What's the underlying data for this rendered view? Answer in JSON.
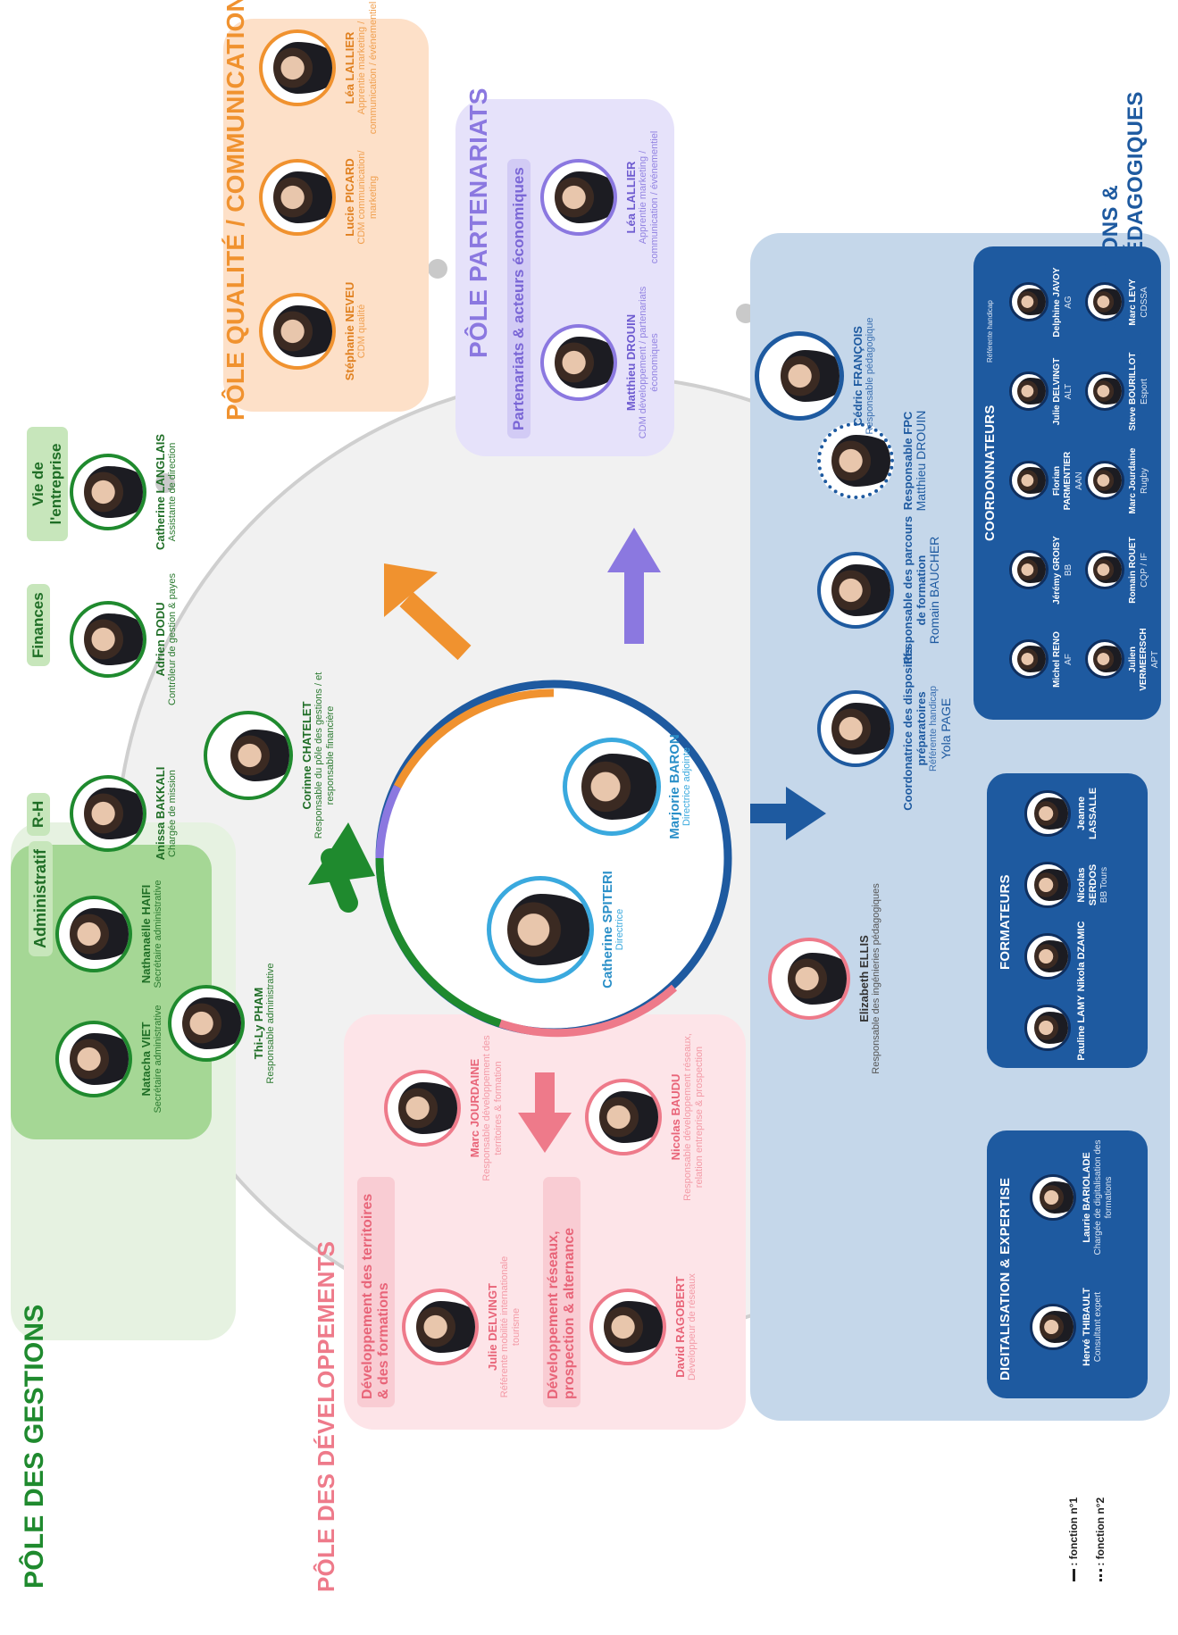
{
  "poles": {
    "gestions": {
      "title": "PÔLE DES GESTIONS",
      "administratif_tag": "Administratif",
      "tags": {
        "rh": "R-H",
        "finances": "Finances",
        "vie": "Vie de l'entreprise"
      },
      "members": {
        "natacha": {
          "name": "Natacha VIET",
          "role": "Secrétaire administrative"
        },
        "nathanaelle": {
          "name": "Nathanaëlle HAIFI",
          "role": "Secrétaire administrative"
        },
        "thily": {
          "name": "Thi-Ly PHAM",
          "role": "Responsable administrative"
        },
        "anissa": {
          "name": "Anissa BAKKALI",
          "role": "Chargée de mission"
        },
        "adrien": {
          "name": "Adrien DODU",
          "role": "Contrôleur de gestion & payes"
        },
        "catherine_l": {
          "name": "Catherine LANGLAIS",
          "role": "Assistante de direction"
        },
        "corinne": {
          "name": "Corinne CHATELET",
          "role": "Responsable du pôle des gestions / et responsable financière"
        }
      }
    },
    "qualite": {
      "title": "PÔLE QUALITÉ / COMMUNICATION",
      "members": {
        "stephanie": {
          "name": "Stéphanie NEVEU",
          "role": "CDM qualité"
        },
        "lucie": {
          "name": "Lucie PICARD",
          "role": "CDM communication/ marketing"
        },
        "lea": {
          "name": "Léa LALLIER",
          "role": "Apprentie marketing / communication / événementiel"
        }
      }
    },
    "partenariats": {
      "title": "PÔLE PARTENARIATS",
      "tag": "Partenariats & acteurs économiques",
      "members": {
        "matthieu": {
          "name": "Matthieu DROUIN",
          "role": "CDM développement / partenariats économiques"
        },
        "lea": {
          "name": "Léa LALLIER",
          "role": "Apprentie marketing / communication / événementiel"
        }
      }
    },
    "developpements": {
      "title": "PÔLE DES DÉVELOPPEMENTS",
      "tag1": "Développement des territoires & des formations",
      "tag2": "Développement réseaux, prospection & alternance",
      "members": {
        "julie": {
          "name": "Julie DELVINGT",
          "role": "Référente mobilité internationale tourisme"
        },
        "marc": {
          "name": "Marc JOURDAINE",
          "role": "Responsable développement des territoires & formation"
        },
        "david": {
          "name": "David RAGOBERT",
          "role": "Développeur de réseaux"
        },
        "nicolas": {
          "name": "Nicolas BAUDU",
          "role": "Responsable développement réseaux, relation entreprise & prospection"
        }
      }
    },
    "formations": {
      "title_line1": "PÔLE FORMATIONS &",
      "title_line2": "INGÉNIERIES PÉDAGOGIQUES",
      "cedric": {
        "name": "Cédric FRANÇOIS",
        "role": "Responsable pédagogique"
      },
      "elizabeth": {
        "name": "Elizabeth ELLIS",
        "role": "Responsable des ingénieries pédagogiques"
      },
      "yola": {
        "title": "Coordonatrice des dispositifs préparatoires",
        "sub": "Référente handicap",
        "name": "Yola PAGE"
      },
      "romain": {
        "title": "Responsable des parcours de formation",
        "name": "Romain BAUCHER"
      },
      "fpc": {
        "title": "Responsable FPC",
        "name": "Matthieu DROUIN"
      },
      "digital": {
        "title": "DIGITALISATION & EXPERTISE",
        "members": [
          {
            "name": "Hervé THIBAULT",
            "role": "Consultant expert"
          },
          {
            "name": "Laurie BARIOLADE",
            "role": "Chargée de digitalisation des formations"
          }
        ]
      },
      "formateurs": {
        "title": "FORMATEURS",
        "members": [
          {
            "name": "Pauline LAMY",
            "role": ""
          },
          {
            "name": "Nikola DZAMIC",
            "role": ""
          },
          {
            "name": "Nicolas SERDOS",
            "role": "BB Tours"
          },
          {
            "name": "Jeanne LASSALLE",
            "role": ""
          }
        ]
      },
      "coordonnateurs": {
        "title": "COORDONNATEURS",
        "note": "Référente handicap",
        "members": [
          {
            "name": "Michel RENO",
            "role": "AF"
          },
          {
            "name": "Jérémy GROISY",
            "role": "BB"
          },
          {
            "name": "Florian PARMENTIER",
            "role": "AAN"
          },
          {
            "name": "Julie DELVINGT",
            "role": "ALT"
          },
          {
            "name": "Delphine JAVOY",
            "role": "AG"
          },
          {
            "name": "Julien VERMEERSCH",
            "role": "APT"
          },
          {
            "name": "Romain ROUET",
            "role": "CQP / IF"
          },
          {
            "name": "Marc Jourdaine",
            "role": "Rugby"
          },
          {
            "name": "Steve BOURILLOT",
            "role": "Esport"
          },
          {
            "name": "Marc LEVY",
            "role": "CDSSA"
          }
        ]
      }
    }
  },
  "direction": {
    "catherine": {
      "name": "Catherine SPITERI",
      "role": "Directrice"
    },
    "marjorie": {
      "name": "Marjorie BARON",
      "role": "Directrice adjointe"
    }
  },
  "legend": {
    "solid": ": fonction n°1",
    "dotted": ": fonction n°2"
  },
  "colors": {
    "gestions": "#1f8a2e",
    "qualite": "#f0922f",
    "partenariats": "#8b78e0",
    "developpements": "#ee7a8a",
    "formations": "#1e5aa0",
    "direction": "#3aa9de"
  }
}
